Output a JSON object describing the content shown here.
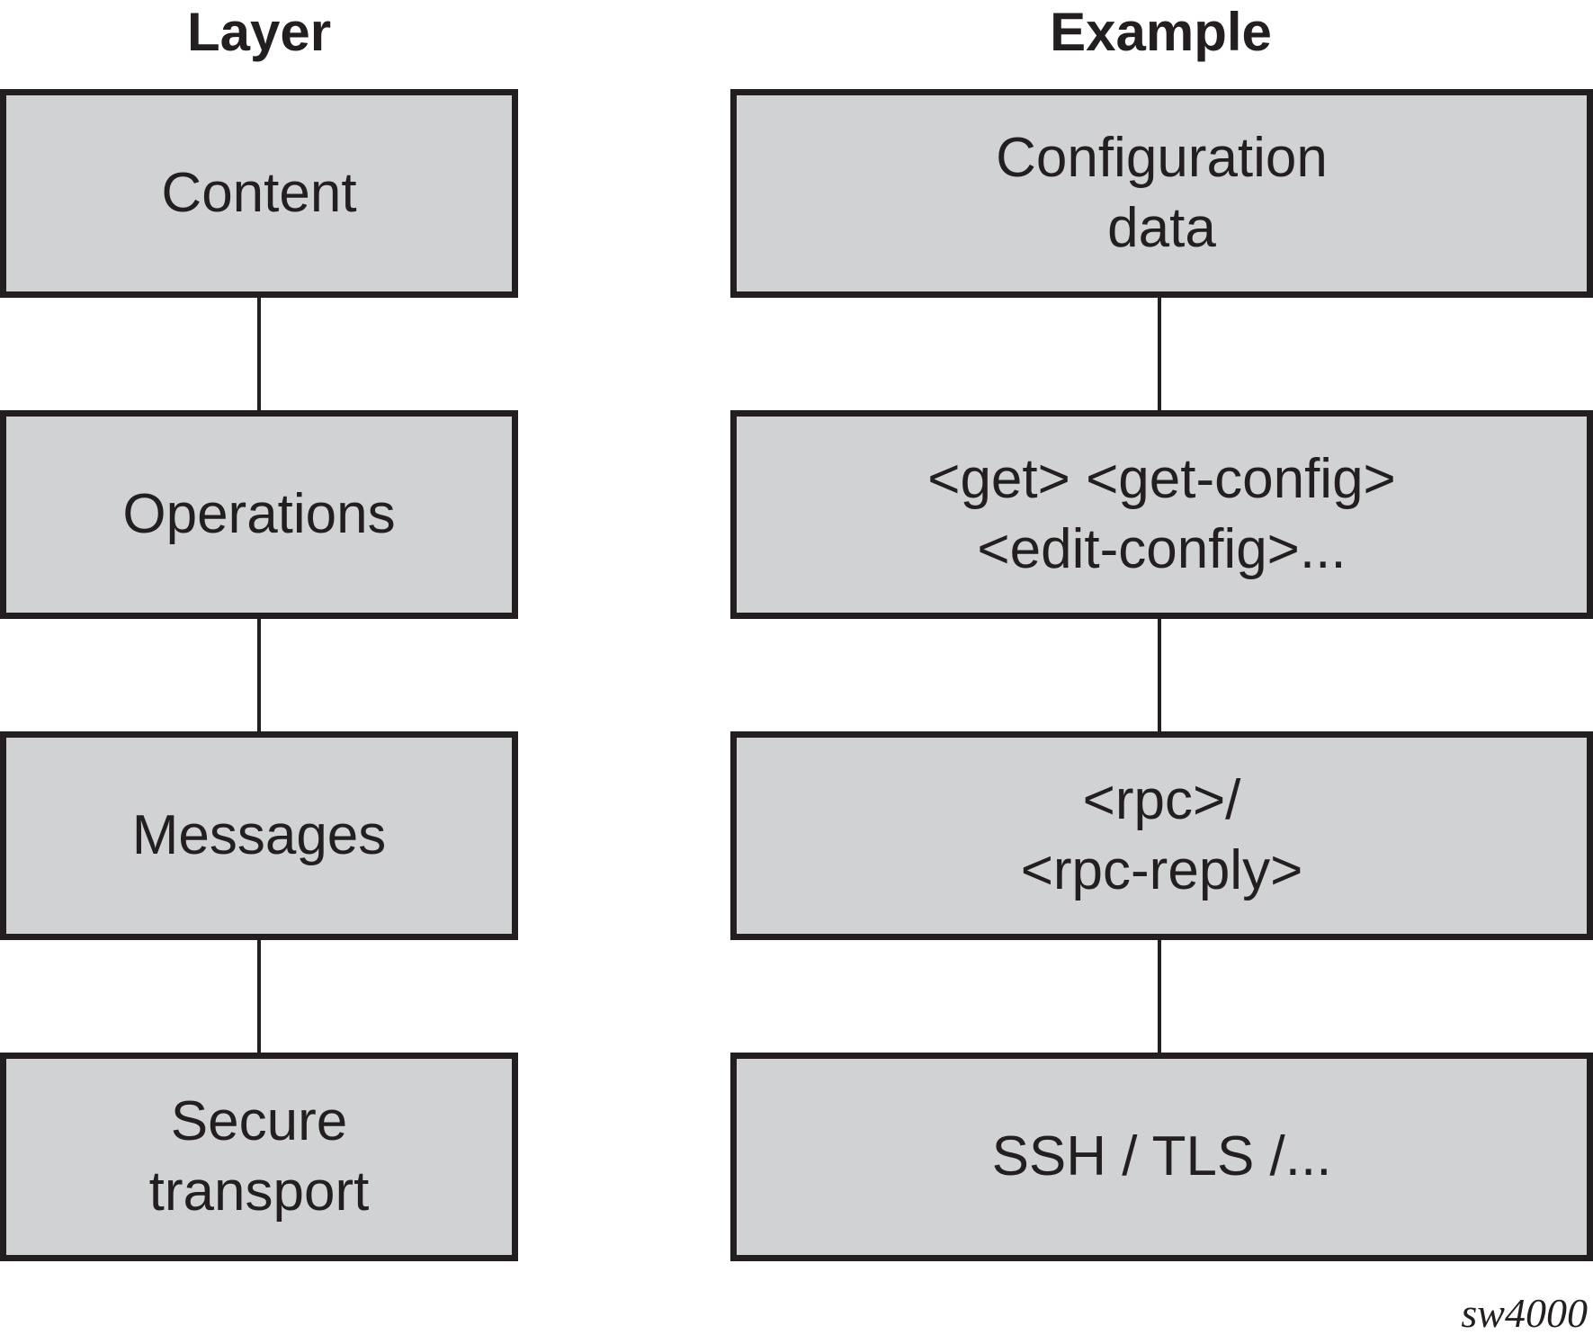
{
  "headers": {
    "layer": "Layer",
    "example": "Example"
  },
  "layers": [
    {
      "lines": [
        "Content"
      ]
    },
    {
      "lines": [
        "Operations"
      ]
    },
    {
      "lines": [
        "Messages"
      ]
    },
    {
      "lines": [
        "Secure",
        "transport"
      ]
    }
  ],
  "examples": [
    {
      "lines": [
        "Configuration",
        "data"
      ]
    },
    {
      "lines": [
        "<get> <get-config>",
        "<edit-config>..."
      ]
    },
    {
      "lines": [
        "<rpc>/",
        "<rpc-reply>"
      ]
    },
    {
      "lines": [
        "SSH / TLS /..."
      ]
    }
  ],
  "figure_id": "sw4000",
  "colors": {
    "box_fill": "#d1d2d4",
    "stroke": "#231f20",
    "background": "#ffffff"
  }
}
